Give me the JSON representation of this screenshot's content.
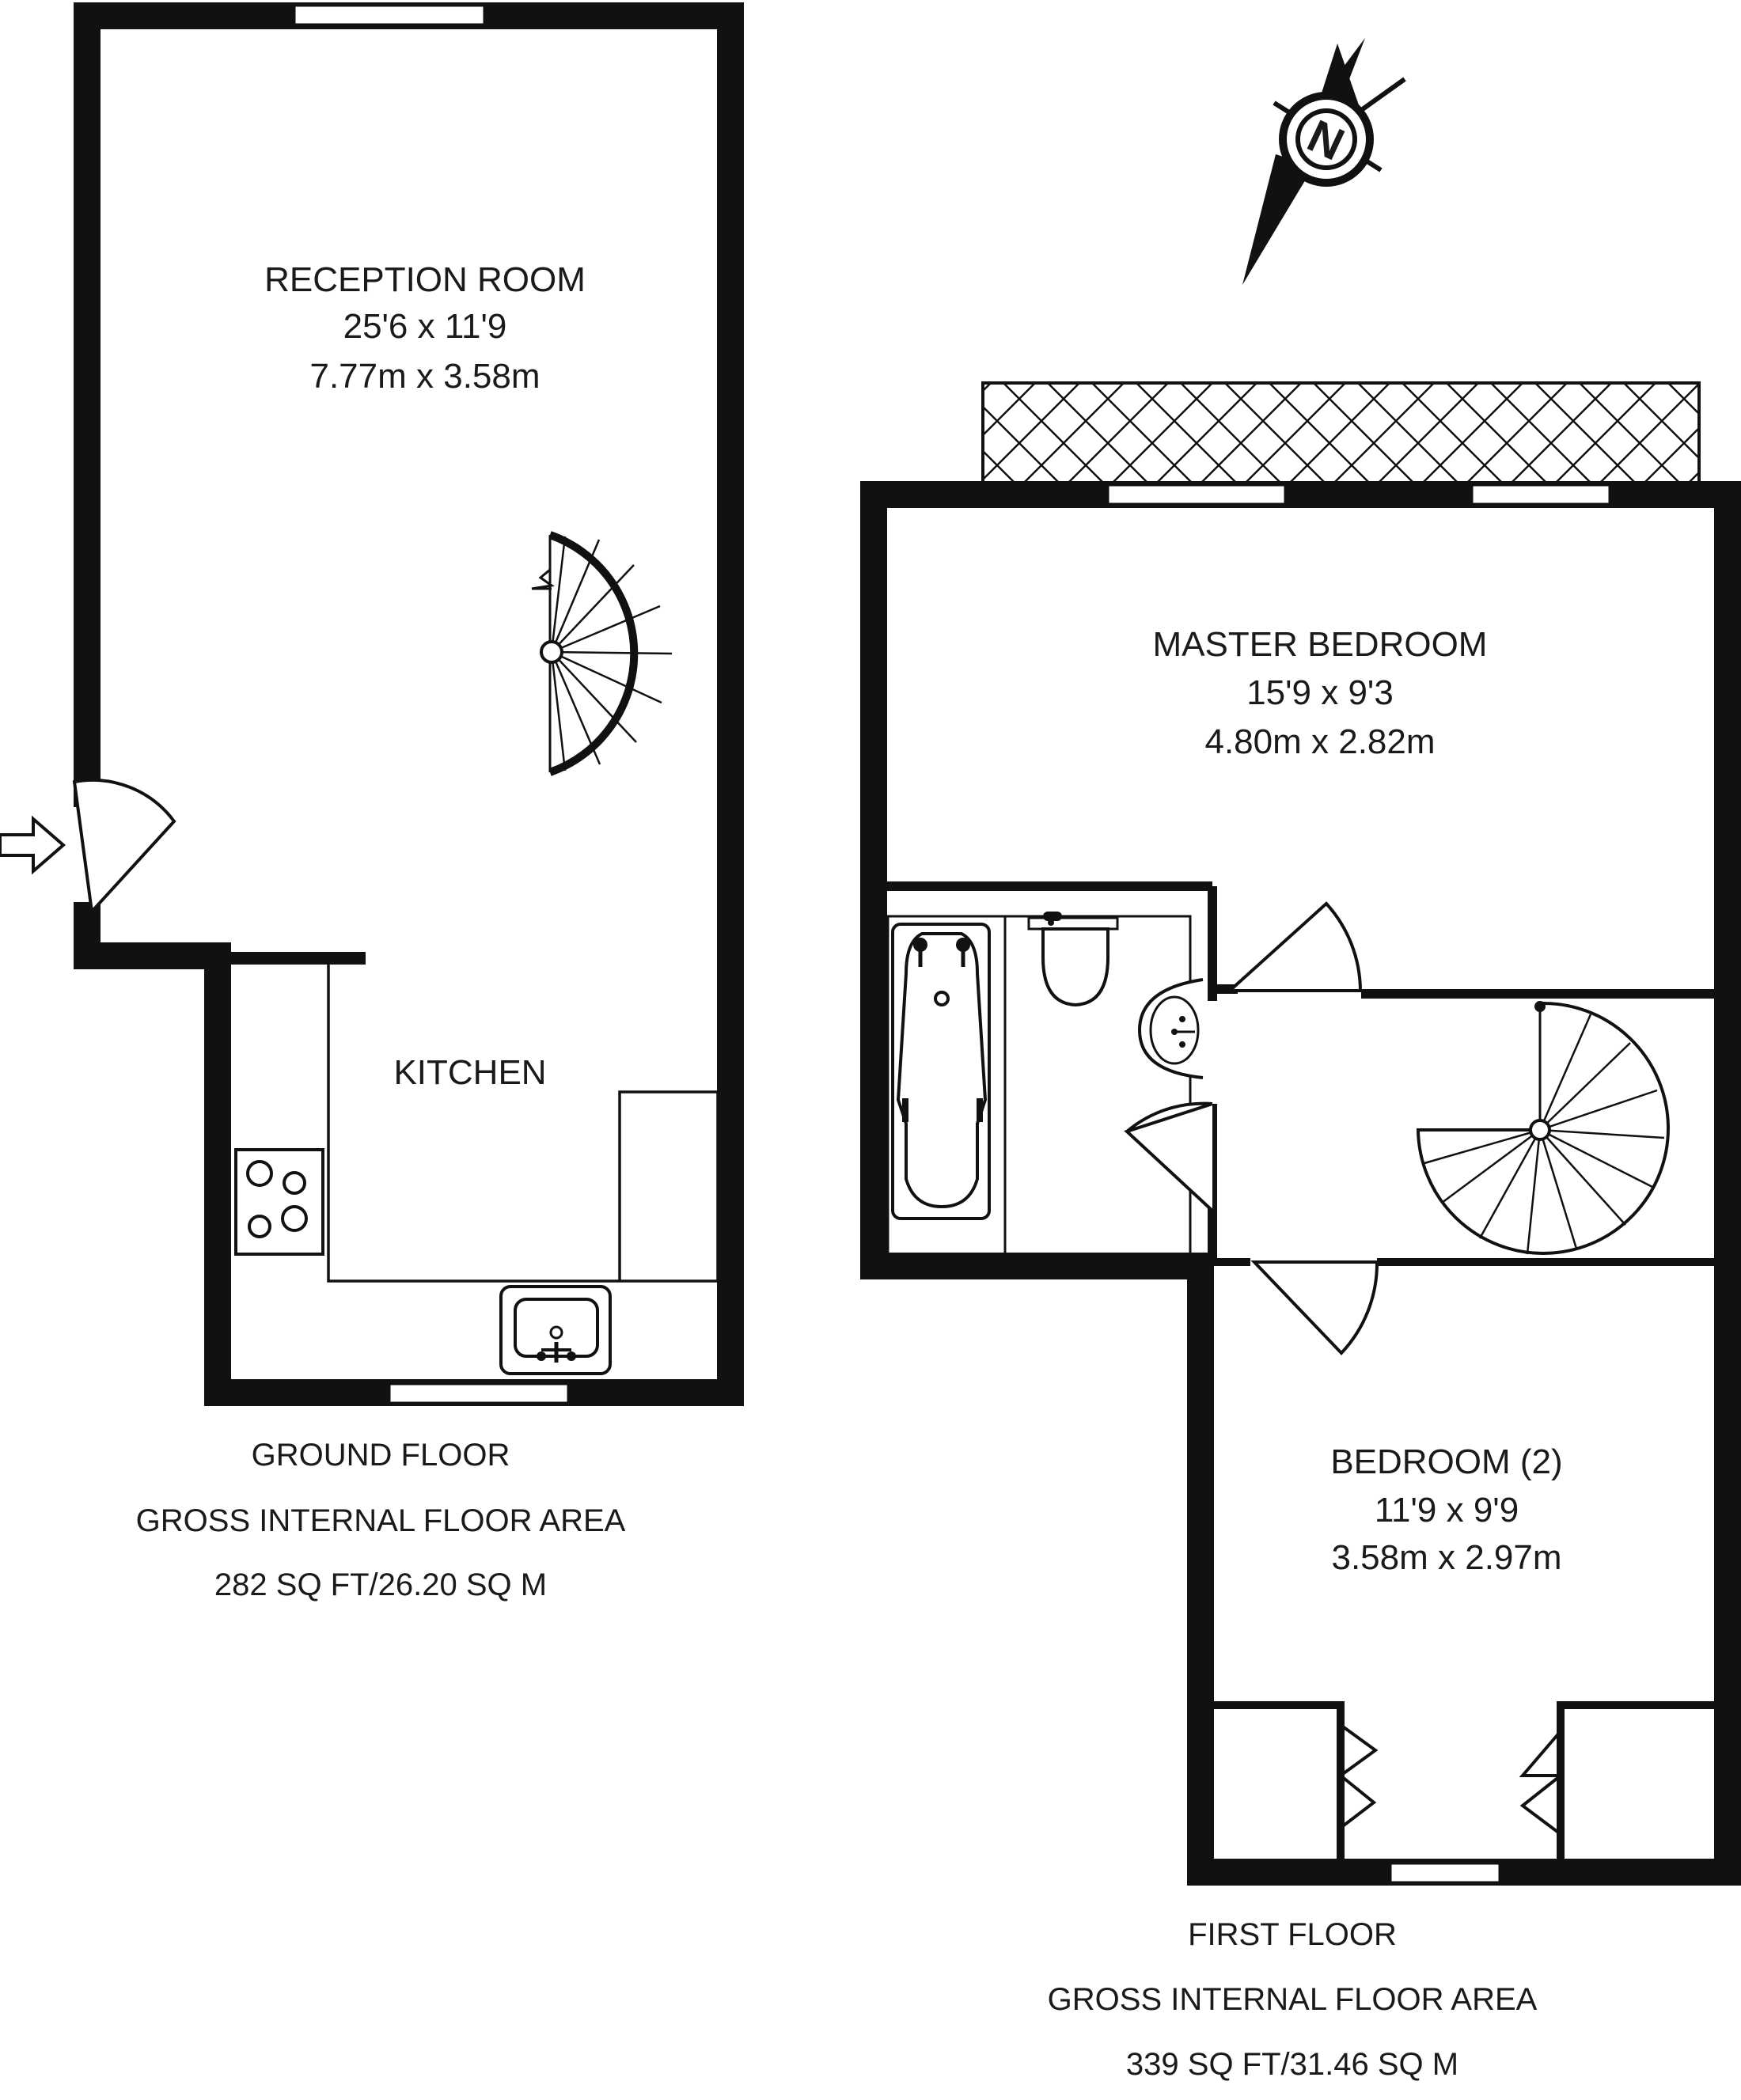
{
  "ground_floor": {
    "reception": {
      "name": "RECEPTION ROOM",
      "imperial": "25'6 x 11'9",
      "metric": "7.77m x 3.58m"
    },
    "kitchen": {
      "name": "KITCHEN"
    },
    "title": "GROUND FLOOR",
    "area_label": "GROSS INTERNAL FLOOR AREA",
    "area_value": "282 SQ FT/26.20 SQ M"
  },
  "first_floor": {
    "master_bedroom": {
      "name": "MASTER BEDROOM",
      "imperial": "15'9 x 9'3",
      "metric": "4.80m x 2.82m"
    },
    "bedroom2": {
      "name": "BEDROOM (2)",
      "imperial": "11'9 x 9'9",
      "metric": "3.58m x 2.97m"
    },
    "title": "FIRST FLOOR",
    "area_label": "GROSS INTERNAL FLOOR AREA",
    "area_value": "339 SQ FT/31.46 SQ M"
  },
  "compass": {
    "letter": "N"
  },
  "colors": {
    "wall": "#111111",
    "background": "#ffffff"
  }
}
